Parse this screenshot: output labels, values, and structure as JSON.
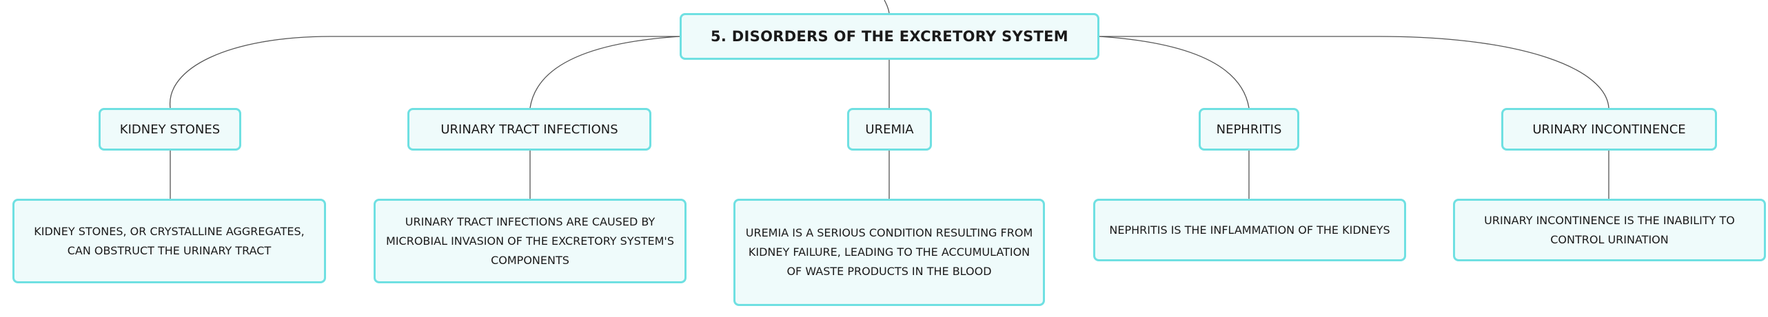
{
  "central": {
    "title": "5. DISORDERS OF THE EXCRETORY SYSTEM"
  },
  "topics": [
    {
      "label": "KIDNEY STONES",
      "description": "KIDNEY STONES, OR CRYSTALLINE AGGREGATES, CAN OBSTRUCT THE URINARY TRACT"
    },
    {
      "label": "URINARY TRACT INFECTIONS",
      "description": "URINARY TRACT INFECTIONS ARE CAUSED BY MICROBIAL INVASION OF THE EXCRETORY SYSTEM'S COMPONENTS"
    },
    {
      "label": "UREMIA",
      "description": "UREMIA IS A SERIOUS CONDITION RESULTING FROM KIDNEY FAILURE, LEADING TO THE ACCUMULATION OF WASTE PRODUCTS IN THE BLOOD"
    },
    {
      "label": "NEPHRITIS",
      "description": "NEPHRITIS IS THE INFLAMMATION OF THE KIDNEYS"
    },
    {
      "label": "URINARY INCONTINENCE",
      "description": "URINARY INCONTINENCE IS THE INABILITY TO CONTROL URINATION"
    }
  ],
  "colors": {
    "node_fill": "#effbfb",
    "node_border": "#6fe0e2",
    "connector": "#555555"
  }
}
